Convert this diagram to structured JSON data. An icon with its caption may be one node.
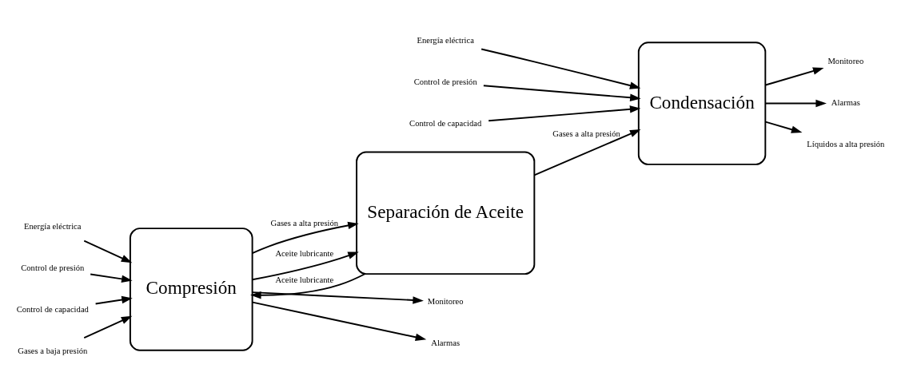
{
  "diagram": {
    "nodes": [
      {
        "text": [
          "Compresión"
        ]
      },
      {
        "text": [
          "Separación de Aceite"
        ]
      },
      {
        "text": [
          "Condensación"
        ]
      },
      {
        "text": [
          "Energía eléctrica"
        ]
      },
      {
        "text": [
          "Control de presión"
        ]
      },
      {
        "text": [
          "Control de capacidad"
        ]
      },
      {
        "text": [
          "Energía eléctrica"
        ]
      },
      {
        "text": [
          "Control de presión"
        ]
      },
      {
        "text": [
          "Control de capacidad"
        ]
      },
      {
        "text": [
          "Gases a baja presión"
        ]
      },
      {
        "text": [
          "Monitoreo"
        ]
      },
      {
        "text": [
          "Alarmas"
        ]
      },
      {
        "text": [
          "Monitoreo"
        ]
      },
      {
        "text": [
          "Alarmas"
        ]
      },
      {
        "text": [
          "Líquidos a alta presión"
        ]
      }
    ],
    "edges": [
      {
        "from": 3,
        "to": 0,
        "arrow": "to"
      },
      {
        "from": 4,
        "to": 0,
        "arrow": "to"
      },
      {
        "from": 5,
        "to": 0,
        "arrow": "to"
      },
      {
        "from": 9,
        "to": 0,
        "arrow": "to"
      },
      {
        "from": 1,
        "to": 0,
        "arrow": "to",
        "label": "Aceite lubricante"
      },
      {
        "from": 0,
        "to": 1,
        "arrow": "to",
        "label": "Gases a alta presión"
      },
      {
        "from": 0,
        "to": 1,
        "arrow": "to",
        "label": "Aceite lubricante"
      },
      {
        "from": 1,
        "to": 2,
        "arrow": "to",
        "label": "Gases a alta presión"
      },
      {
        "from": 6,
        "to": 2,
        "arrow": "to"
      },
      {
        "from": 7,
        "to": 2,
        "arrow": "to"
      },
      {
        "from": 8,
        "to": 2,
        "arrow": "to"
      },
      {
        "from": 0,
        "to": 10,
        "arrow": "to"
      },
      {
        "from": 0,
        "to": 11,
        "arrow": "to"
      },
      {
        "from": 2,
        "to": 12,
        "arrow": "to"
      },
      {
        "from": 2,
        "to": 13,
        "arrow": "to"
      },
      {
        "from": 2,
        "to": 14,
        "arrow": "to"
      }
    ]
  }
}
